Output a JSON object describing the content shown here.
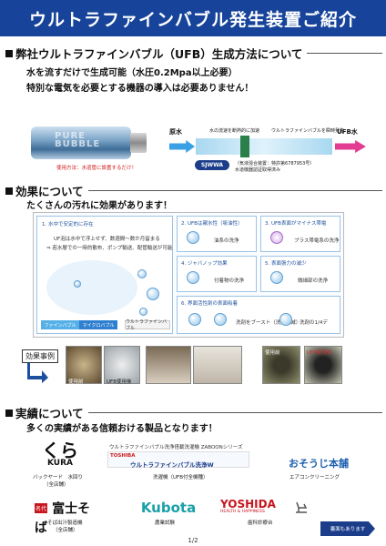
{
  "header": {
    "title": "ウルトラファインバブル発生装置ご紹介"
  },
  "section1": {
    "heading": "弊社ウルトラファインバブル（UFB）生成方法について",
    "lead1": "水を流すだけで生成可能（水圧0.2Mpa以上必要）",
    "lead2": "特別な電気を必要とする機器の導入は必要ありません！",
    "device_text1": "PURE",
    "device_text2": "BUBBLE",
    "device_note": "使用方法：水道管に設置するだけ！",
    "raw_water": "原水",
    "ufb_water": "UFB水",
    "diagram_top_left": "水の流速を断熱的に加速",
    "diagram_top_right": "ウルトラファインバブルを瞬時発生",
    "logo": "SJWWA",
    "diagram_note1": "（気液混合装置：特許第6787953号）",
    "diagram_note2": "水道機器認証取得済み"
  },
  "section2": {
    "heading": "効果について",
    "lead": "たくさんの汚れに効果があります！",
    "card1_title": "1. 水中で安定的に存在",
    "card1_line1": "UF泡は水中で浮上せず、数週間～数か月留まる",
    "card1_line2": "⇒ 若水層での一時的散布、ポンプ輸送、配管輸送が可能",
    "card1_bars": [
      "ファインバブル",
      "マイクロバブル",
      "ウルトラファインバブル"
    ],
    "card2_title": "2. UFBは親水性（吸油性）",
    "card2_label": "油系の洗浄",
    "card3_title": "3. UFB表面がマイナス帯電",
    "card3_label": "プラス帯電系の洗浄",
    "card4_title": "4. ジャバノップ効果",
    "card4_label": "付着物の洗浄",
    "card5_title": "5. 表面張力の減少",
    "card5_label": "微細部の洗浄",
    "card6_title": "6. 界面活性剤の表面吸着",
    "card6_label1": "洗剤をブースト（洗剤削減）",
    "card6_label2": "洗剤の1/4デ"
  },
  "cases": {
    "label": "効果事例",
    "photo_captions": [
      "使用前",
      "UFB使用後",
      "使用前",
      "UFB使用後"
    ]
  },
  "section3": {
    "heading": "実績について",
    "lead": "多くの実績がある信頼おける製品となります！",
    "top_line": "ウルトラファインバブル洗浄搭載洗濯機 ZABOONシリーズ",
    "kura_name": "くら",
    "kura_sub": "KURA",
    "kura_caption1": "バックヤード　水回り",
    "kura_caption2": "（全店舗）",
    "toshiba_brand": "TOSHIBA",
    "toshiba_product": "ウルトラファインバブル洗浄W",
    "toshiba_caption": "洗濯機（UFB付全機種）",
    "osouji_name": "おそうじ本舗",
    "osouji_caption": "エアコンクリーニング",
    "fuji_name": "富士そば",
    "fuji_prefix": "名代",
    "fuji_caption1": "そば出汁製造機",
    "fuji_caption2": "（全店舗）",
    "kubota_name": "Kubota",
    "kubota_caption": "農業試験",
    "yoshida_name": "YOSHIDA",
    "yoshida_sub": "HEALTH & HAPPINESS",
    "yoshida_caption": "歯科診療台"
  },
  "footer": {
    "next": "裏面もあります",
    "page": "1/2"
  },
  "colors": {
    "banner": "#17449a",
    "accent_red": "#d01818",
    "raw_arrow": "#3aa0e6",
    "ufb_arrow": "#e33c93"
  }
}
